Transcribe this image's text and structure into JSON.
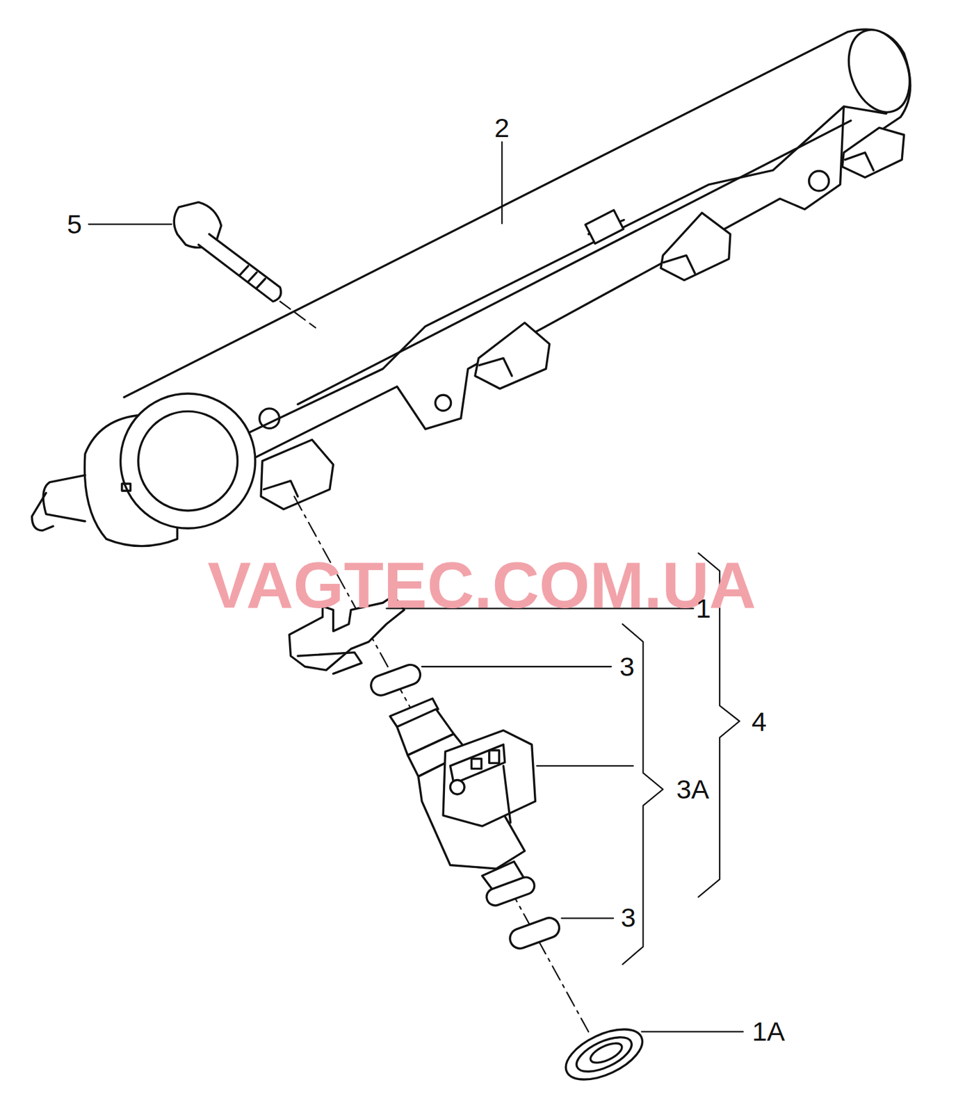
{
  "diagram": {
    "labels": [
      "2",
      "5",
      "VAGTEC.COM.UA",
      "1",
      "3",
      "4",
      "3A",
      "3",
      "1A"
    ]
  }
}
